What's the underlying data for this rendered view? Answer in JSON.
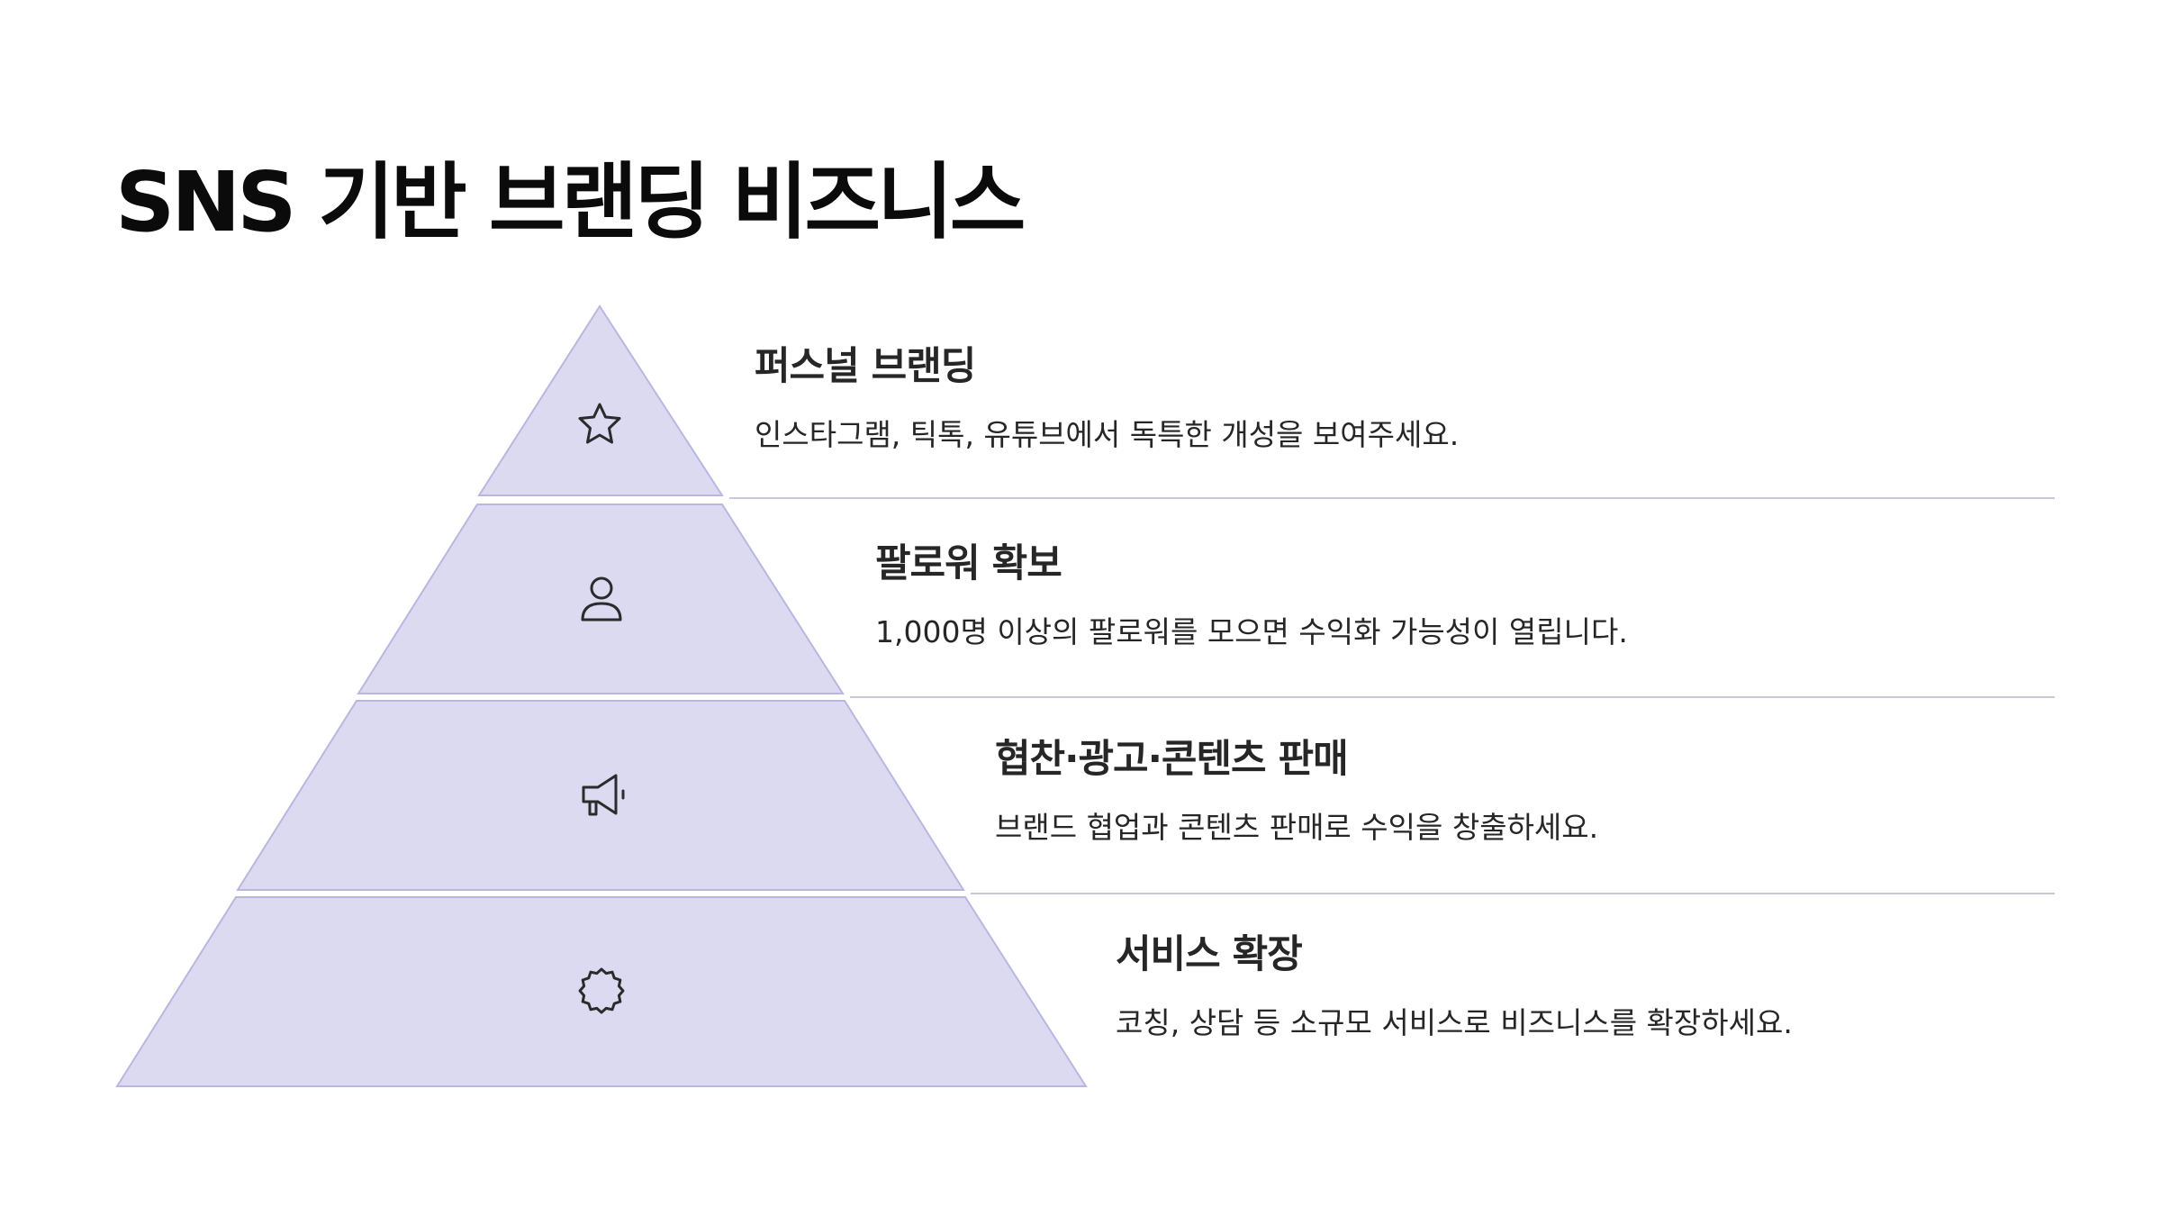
{
  "title": "SNS 기반 브랜딩 비즈니스",
  "levels": [
    {
      "icon": "star-icon",
      "heading": "퍼스널 브랜딩",
      "description": "인스타그램, 틱톡, 유튜브에서 독특한 개성을 보여주세요."
    },
    {
      "icon": "user-icon",
      "heading": "팔로워 확보",
      "description": "1,000명 이상의 팔로워를 모으면 수익화 가능성이 열립니다."
    },
    {
      "icon": "megaphone-icon",
      "heading": "협찬·광고·콘텐츠 판매",
      "description": "브랜드 협업과 콘텐츠 판매로 수익을 창출하세요."
    },
    {
      "icon": "badge-icon",
      "heading": "서비스 확장",
      "description": "코칭, 상담 등 소규모 서비스로 비즈니스를 확장하세요."
    }
  ],
  "colors": {
    "tier_fill": "#dbdaf1",
    "tier_stroke": "#b9b7e0",
    "divider": "#c9c8d8",
    "text": "#262626"
  }
}
